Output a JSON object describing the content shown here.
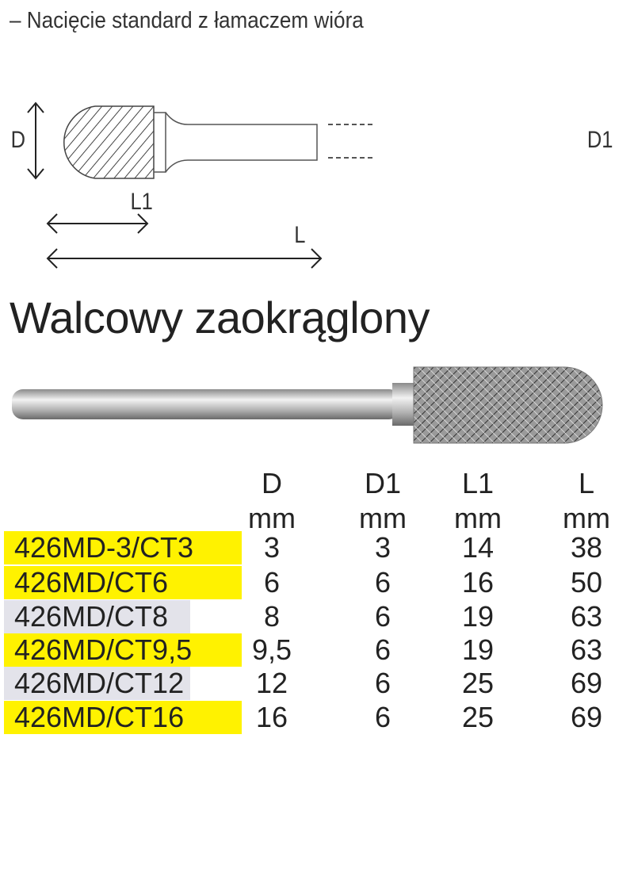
{
  "subtitle": "– Nacięcie standard z łamaczem wióra",
  "diagram": {
    "labels": {
      "d": "D",
      "d1": "D1",
      "l1": "L1",
      "l": "L"
    }
  },
  "title": "Walcowy zaokrąglony",
  "table": {
    "headers": [
      {
        "name": "D",
        "unit": "mm"
      },
      {
        "name": "D1",
        "unit": "mm"
      },
      {
        "name": "L1",
        "unit": "mm"
      },
      {
        "name": "L",
        "unit": "mm"
      }
    ],
    "rows": [
      {
        "code": "426MD-3/CT3",
        "d": "3",
        "d1": "3",
        "l1": "14",
        "l": "38",
        "highlight": "#fff200"
      },
      {
        "code": "426MD/CT6",
        "d": "6",
        "d1": "6",
        "l1": "16",
        "l": "50",
        "highlight": "#fff200"
      },
      {
        "code": "426MD/CT8",
        "d": "8",
        "d1": "6",
        "l1": "19",
        "l": "63",
        "highlight": "#e3e3ea"
      },
      {
        "code": "426MD/CT9,5",
        "d": "9,5",
        "d1": "6",
        "l1": "19",
        "l": "63",
        "highlight": "#fff200"
      },
      {
        "code": "426MD/CT12",
        "d": "12",
        "d1": "6",
        "l1": "25",
        "l": "69",
        "highlight": "#e3e3ea"
      },
      {
        "code": "426MD/CT16",
        "d": "16",
        "d1": "6",
        "l1": "25",
        "l": "69",
        "highlight": "#fff200"
      }
    ]
  }
}
